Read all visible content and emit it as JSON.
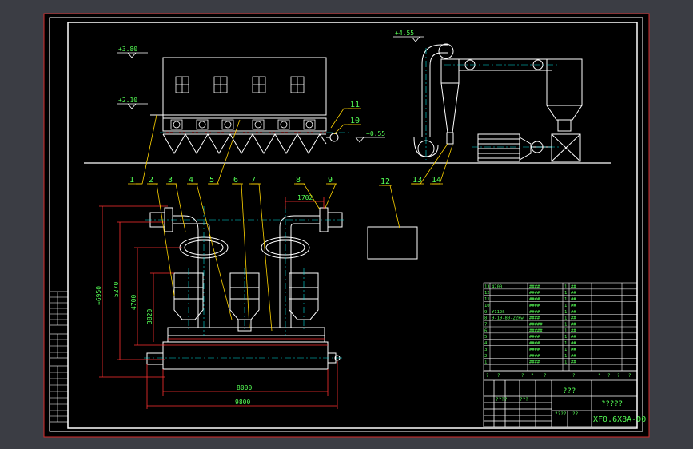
{
  "colors": {
    "background": "#3b3d44",
    "paper": "#000000",
    "frame": "#ffffff",
    "outline_red": "#d42a2a",
    "dimension": "#ff3030",
    "leader": "#ffd400",
    "label_green": "#55ff55",
    "center_line": "#00e0e0",
    "pipe": "#e8e8e8"
  },
  "elevations": {
    "e1": "+3.80",
    "e2": "+2.10",
    "e3": "+4.55",
    "e4": "+0.55"
  },
  "callouts": [
    "1",
    "2",
    "3",
    "4",
    "5",
    "6",
    "7",
    "8",
    "9",
    "10",
    "11",
    "12",
    "13",
    "14"
  ],
  "dimensions": {
    "total_height": "≈6950",
    "h1": "5270",
    "h2": "4700",
    "h3": "3820",
    "pipe_span": "1702",
    "length_inner": "8000",
    "length_outer": "9800"
  },
  "title_block": {
    "question": "???",
    "name": "?????",
    "drawing_no": "XF0.6X8A-00"
  },
  "parts_list": [
    {
      "no": "13",
      "code": "4200",
      "name": "####",
      "qty": "1",
      "mat": "##",
      "": ""
    },
    {
      "no": "12",
      "code": "",
      "name": "####",
      "qty": "1",
      "mat": "##",
      "": ""
    },
    {
      "no": "11",
      "code": "",
      "name": "####",
      "qty": "1",
      "mat": "##",
      "": ""
    },
    {
      "no": "10",
      "code": "",
      "name": "####",
      "qty": "1",
      "mat": "##",
      "": ""
    },
    {
      "no": "9",
      "code": "Y112S",
      "name": "####",
      "qty": "1",
      "mat": "##",
      "": ""
    },
    {
      "no": "8",
      "code": "9-19-80-22kw",
      "name": "####",
      "qty": "1",
      "mat": "##",
      "": ""
    },
    {
      "no": "7",
      "code": "",
      "name": "#####",
      "qty": "1",
      "mat": "##",
      "": ""
    },
    {
      "no": "6",
      "code": "",
      "name": "#####",
      "qty": "1",
      "mat": "##",
      "": ""
    },
    {
      "no": "5",
      "code": "",
      "name": "####",
      "qty": "1",
      "mat": "##",
      "": ""
    },
    {
      "no": "4",
      "code": "",
      "name": "####",
      "qty": "1",
      "mat": "##",
      "": ""
    },
    {
      "no": "3",
      "code": "",
      "name": "####",
      "qty": "1",
      "mat": "##",
      "": ""
    },
    {
      "no": "2",
      "code": "",
      "name": "####",
      "qty": "1",
      "mat": "##",
      "": ""
    },
    {
      "no": "1",
      "code": "",
      "name": "####",
      "qty": "1",
      "mat": "##",
      "": ""
    }
  ]
}
